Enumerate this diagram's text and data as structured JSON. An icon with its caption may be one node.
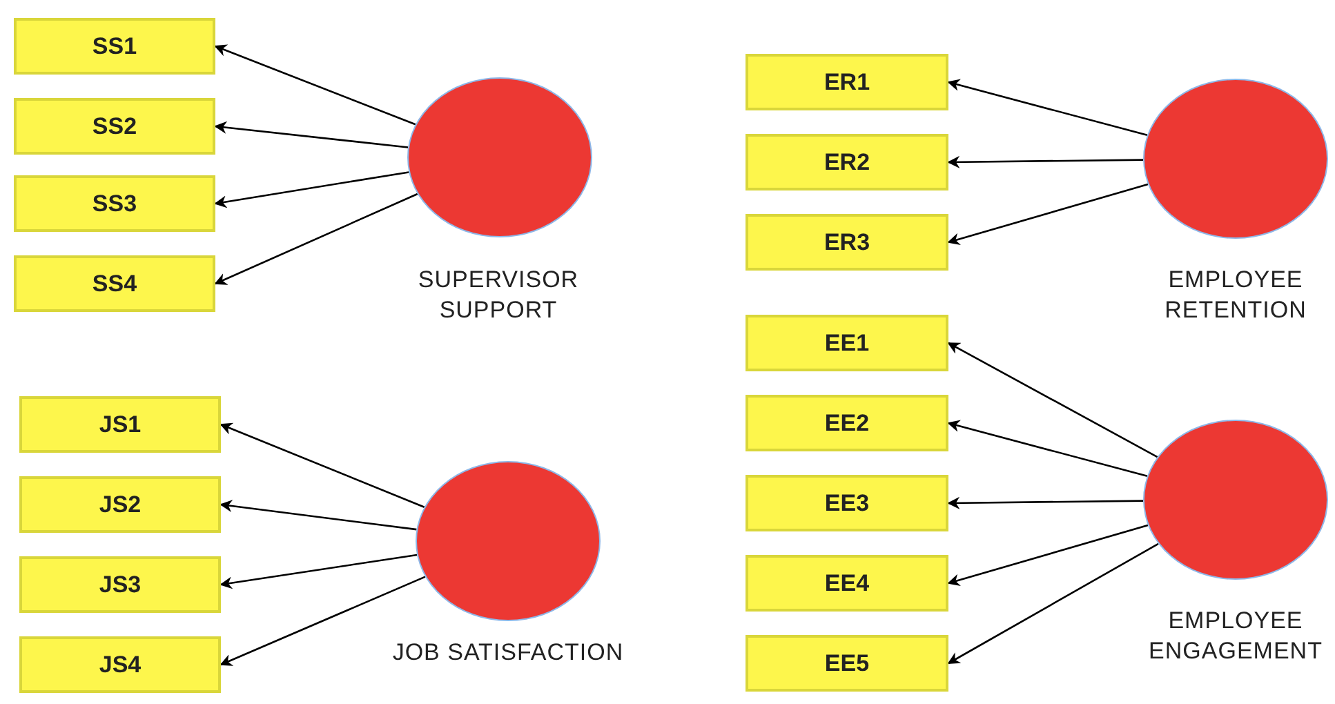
{
  "diagram": {
    "nodes": [
      {
        "text": [],
        "shape": "circle",
        "beside": [
          "SUPERVISOR SUPPORT"
        ]
      },
      {
        "text": [
          "SS1"
        ]
      },
      {
        "text": [
          "SS2"
        ]
      },
      {
        "text": [
          "SS3"
        ]
      },
      {
        "text": [
          "SS4"
        ]
      },
      {
        "text": [],
        "shape": "circle",
        "beside": [
          "EMPLOYEE RETENTION"
        ]
      },
      {
        "text": [
          "ER1"
        ]
      },
      {
        "text": [
          "ER2"
        ]
      },
      {
        "text": [
          "ER3"
        ]
      },
      {
        "text": [],
        "shape": "circle",
        "beside": [
          "JOB SATISFACTION"
        ]
      },
      {
        "text": [
          "JS1"
        ]
      },
      {
        "text": [
          "JS2"
        ]
      },
      {
        "text": [
          "JS3"
        ]
      },
      {
        "text": [
          "JS4"
        ]
      },
      {
        "text": [],
        "shape": "circle",
        "beside": [
          "EMPLOYEE ENGAGEMENT"
        ]
      },
      {
        "text": [
          "EE1"
        ]
      },
      {
        "text": [
          "EE2"
        ]
      },
      {
        "text": [
          "EE3"
        ]
      },
      {
        "text": [
          "EE4"
        ]
      },
      {
        "text": [
          "EE5"
        ]
      }
    ],
    "edges": [
      {
        "from": 0,
        "to": 1,
        "arrow": "to"
      },
      {
        "from": 0,
        "to": 2,
        "arrow": "to"
      },
      {
        "from": 0,
        "to": 3,
        "arrow": "to"
      },
      {
        "from": 0,
        "to": 4,
        "arrow": "to"
      },
      {
        "from": 5,
        "to": 6,
        "arrow": "to"
      },
      {
        "from": 5,
        "to": 7,
        "arrow": "to"
      },
      {
        "from": 5,
        "to": 8,
        "arrow": "to"
      },
      {
        "from": 9,
        "to": 10,
        "arrow": "to"
      },
      {
        "from": 9,
        "to": 11,
        "arrow": "to"
      },
      {
        "from": 9,
        "to": 12,
        "arrow": "to"
      },
      {
        "from": 9,
        "to": 13,
        "arrow": "to"
      },
      {
        "from": 14,
        "to": 15,
        "arrow": "to"
      },
      {
        "from": 14,
        "to": 16,
        "arrow": "to"
      },
      {
        "from": 14,
        "to": 17,
        "arrow": "to"
      },
      {
        "from": 14,
        "to": 18,
        "arrow": "to"
      },
      {
        "from": 14,
        "to": 19,
        "arrow": "to"
      }
    ]
  }
}
